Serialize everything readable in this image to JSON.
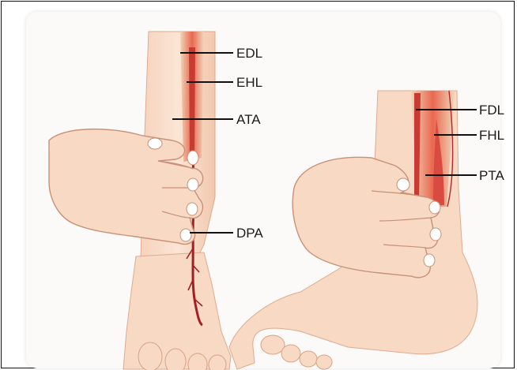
{
  "labels": {
    "edl": "EDL",
    "ehl": "EHL",
    "ata": "ATA",
    "dpa": "DPA",
    "fdl": "FDL",
    "fhl": "FHL",
    "pta": "PTA"
  },
  "colors": {
    "skin": "#f7d9c4",
    "skin_shade": "#eebca2",
    "artery": "#b5262b",
    "muscle": "#e8644c",
    "tendon": "#f3dcc0",
    "leader": "#111111"
  }
}
